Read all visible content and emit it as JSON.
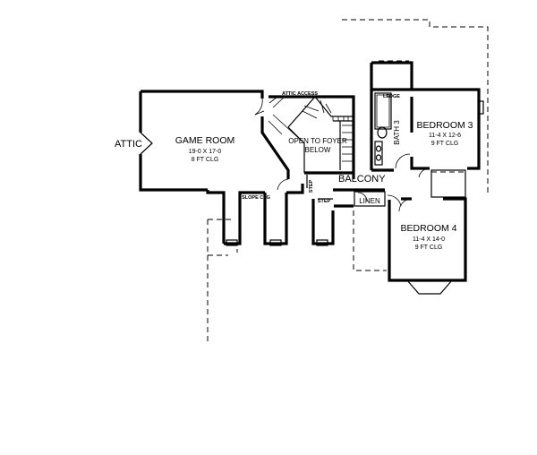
{
  "rooms": {
    "game_room": {
      "name": "GAME ROOM",
      "dims": "19-0 X 17-0",
      "ceiling": "8 FT CLG"
    },
    "bedroom3": {
      "name": "BEDROOM 3",
      "dims": "11-4 X 12-6",
      "ceiling": "9 FT CLG"
    },
    "bedroom4": {
      "name": "BEDROOM 4",
      "dims": "11-4 X 14-0",
      "ceiling": "9 FT CLG"
    },
    "open_foyer": {
      "line1": "OPEN TO FOYER",
      "line2": "BELOW"
    }
  },
  "labels": {
    "attic": "ATTIC",
    "attic_access": "ATTIC ACCESS",
    "balcony": "BALCONY",
    "linen": "LINEN",
    "bath": "BATH 3",
    "ledge": "LEDGE",
    "slope": "SLOPE CLG",
    "step1": "STEP",
    "step2": "STEP"
  }
}
